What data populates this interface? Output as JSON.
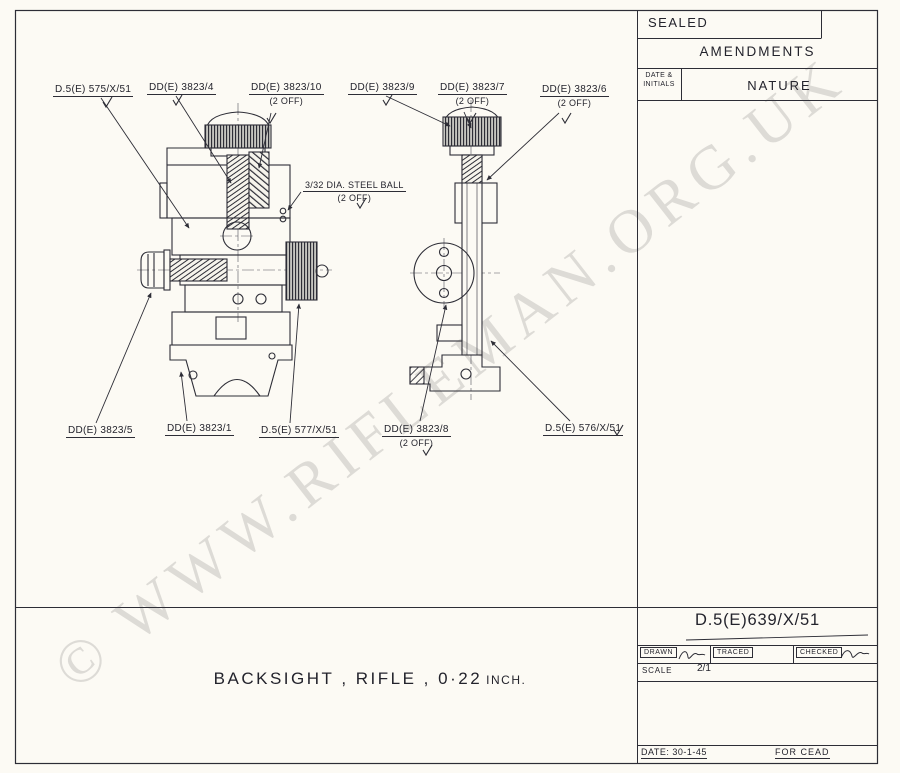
{
  "watermark": "© WWW.RIFLEMAN.ORG.UK",
  "caption": {
    "main": "BACKSIGHT , RIFLE , 0·22",
    "unit": "INCH."
  },
  "amendments_panel": {
    "sealed": "SEALED",
    "title": "AMENDMENTS",
    "col_date": "DATE & INITIALS",
    "col_nature": "NATURE"
  },
  "title_block": {
    "drawing_number": "D.5(E)639/X/51",
    "drawn_label": "DRAWN",
    "traced_label": "TRACED",
    "checked_label": "CHECKED",
    "scale_label": "SCALE",
    "scale_value": "2/1",
    "date": "DATE: 30-1-45",
    "issue": "FOR CEAD"
  },
  "part_labels": [
    {
      "text": "D.5(E) 575/X/51",
      "qty": ""
    },
    {
      "text": "DD(E) 3823/4",
      "qty": ""
    },
    {
      "text": "DD(E) 3823/10",
      "qty": "(2 OFF)"
    },
    {
      "text": "DD(E) 3823/9",
      "qty": ""
    },
    {
      "text": "DD(E) 3823/7",
      "qty": "(2 OFF)"
    },
    {
      "text": "DD(E) 3823/6",
      "qty": "(2 OFF)"
    },
    {
      "text": "3/32 DIA. STEEL BALL",
      "qty": "(2 OFF)"
    },
    {
      "text": "DD(E) 3823/5",
      "qty": ""
    },
    {
      "text": "DD(E) 3823/1",
      "qty": ""
    },
    {
      "text": "D.5(E) 577/X/51",
      "qty": ""
    },
    {
      "text": "DD(E) 3823/8",
      "qty": "(2 OFF)"
    },
    {
      "text": "D.5(E) 576/X/51",
      "qty": ""
    }
  ]
}
